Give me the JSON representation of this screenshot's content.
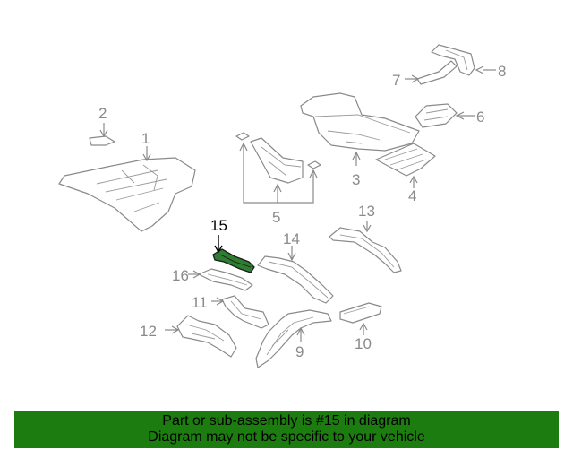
{
  "diagram": {
    "callouts": {
      "c1": "1",
      "c2": "2",
      "c3": "3",
      "c4": "4",
      "c5": "5",
      "c6": "6",
      "c7": "7",
      "c8": "8",
      "c9": "9",
      "c10": "10",
      "c11": "11",
      "c12": "12",
      "c13": "13",
      "c14": "14",
      "c15": "15",
      "c16": "16"
    },
    "highlighted_part": "15",
    "colors": {
      "highlight": "#2e7d32",
      "line": "#8a8a8a",
      "banner": "#1d7c0f"
    }
  },
  "banner": {
    "line1": "Part or sub-assembly is #15 in diagram",
    "line2": "Diagram may not be specific to your vehicle"
  }
}
